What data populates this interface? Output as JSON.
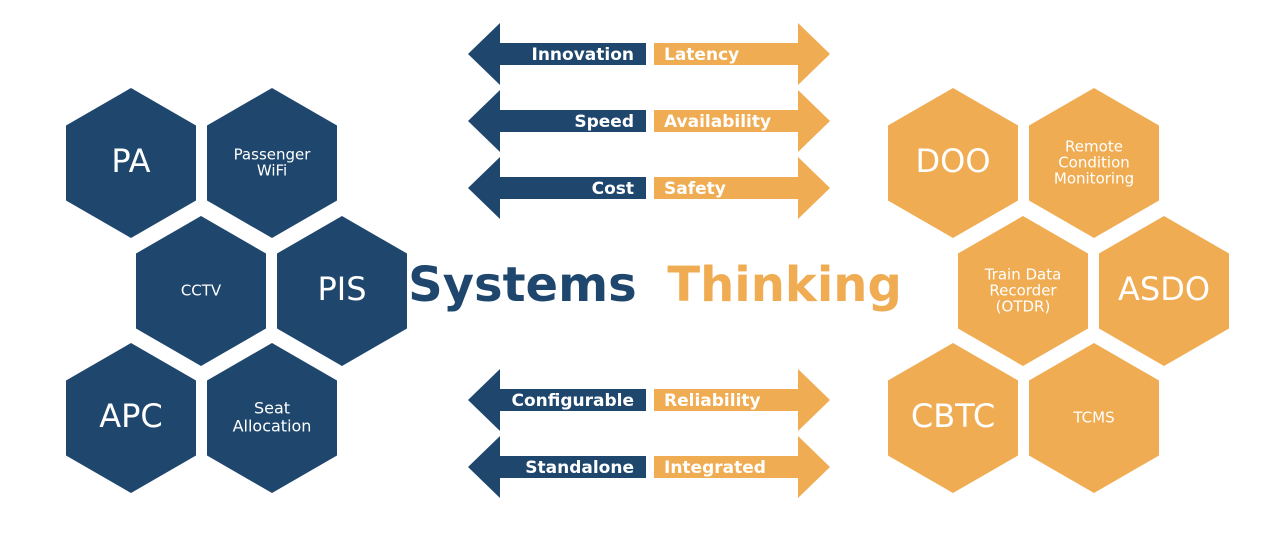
{
  "colors": {
    "navy": "#1f476d",
    "orange": "#f0ac52",
    "white": "#ffffff"
  },
  "title": {
    "part1": "Systems",
    "part2": "Thinking"
  },
  "left_hexagons": [
    {
      "lines": [
        "PA"
      ],
      "size": "large"
    },
    {
      "lines": [
        "Passenger",
        "WiFi"
      ],
      "size": "small"
    },
    {
      "lines": [
        "CCTV"
      ],
      "size": "small"
    },
    {
      "lines": [
        "PIS"
      ],
      "size": "large"
    },
    {
      "lines": [
        "APC"
      ],
      "size": "large"
    },
    {
      "lines": [
        "Seat",
        "Allocation"
      ],
      "size": "medium"
    }
  ],
  "right_hexagons": [
    {
      "lines": [
        "DOO"
      ],
      "size": "large"
    },
    {
      "lines": [
        "Remote",
        "Condition",
        "Monitoring"
      ],
      "size": "small"
    },
    {
      "lines": [
        "Train Data",
        "Recorder",
        "(OTDR)"
      ],
      "size": "small"
    },
    {
      "lines": [
        "ASDO"
      ],
      "size": "large"
    },
    {
      "lines": [
        "CBTC"
      ],
      "size": "large"
    },
    {
      "lines": [
        "TCMS"
      ],
      "size": "small"
    }
  ],
  "arrow_pairs": [
    {
      "left": "Innovation",
      "right": "Latency"
    },
    {
      "left": "Speed",
      "right": "Availability"
    },
    {
      "left": "Cost",
      "right": "Safety"
    },
    {
      "left": "Configurable",
      "right": "Reliability"
    },
    {
      "left": "Standalone",
      "right": "Integrated"
    }
  ]
}
